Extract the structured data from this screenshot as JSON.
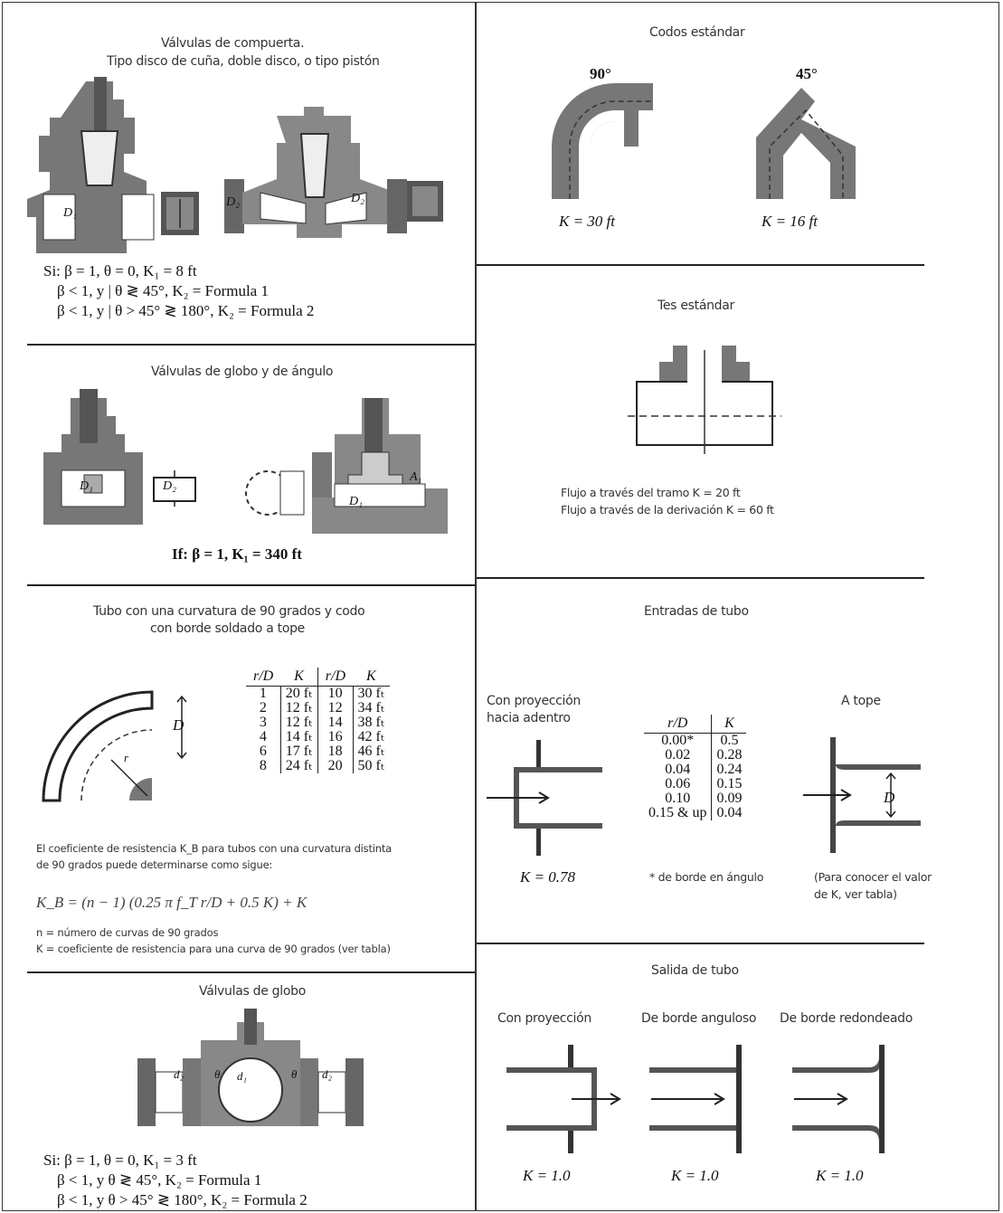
{
  "gate_valves": {
    "title_1": "Válvulas de compuerta.",
    "title_2": "Tipo disco de cuña, doble disco, o tipo pistón",
    "labels": {
      "d1": "D₁",
      "d2": "D₂"
    },
    "formula_1": "Si: β = 1, θ = 0, K₁ = 8 ft",
    "formula_2": "β < 1, y | θ ≷ 45°, K₂ = Formula 1",
    "formula_3": "β < 1, y | θ > 45° ≷ 180°, K₂ = Formula 2"
  },
  "globe_angle_valves": {
    "title": "Válvulas de globo y de ángulo",
    "labels": {
      "d1": "D₁",
      "d2": "D₂",
      "a1": "A₁"
    },
    "formula": "If: β = 1, K₁ = 340 ft"
  },
  "pipe_bend": {
    "title_1": "Tubo con una curvatura de 90 grados y codo",
    "title_2": "con borde soldado a tope",
    "labels": {
      "d": "D",
      "r": "r"
    },
    "table": {
      "headers": [
        "r/D",
        "K",
        "r/D",
        "K"
      ],
      "rows": [
        [
          "1",
          "20 fₜ",
          "10",
          "30 fₜ"
        ],
        [
          "2",
          "12 fₜ",
          "12",
          "34 fₜ"
        ],
        [
          "3",
          "12 fₜ",
          "14",
          "38 fₜ"
        ],
        [
          "4",
          "14 fₜ",
          "16",
          "42 fₜ"
        ],
        [
          "6",
          "17 fₜ",
          "18",
          "46 fₜ"
        ],
        [
          "8",
          "24 fₜ",
          "20",
          "50 fₜ"
        ]
      ]
    },
    "note_1": "El coeficiente de resistencia K_B para tubos con una curvatura distinta",
    "note_2": "de 90 grados puede determinarse como sigue:",
    "formula": "K_B = (n − 1) (0.25 π f_T r/D + 0.5 K) + K",
    "def_n": "n = número de curvas de 90 grados",
    "def_k": "K = coeficiente de resistencia para una curva de 90 grados (ver tabla)"
  },
  "ball_valves": {
    "title": "Válvulas de globo",
    "labels": {
      "d1": "d₁",
      "d2": "d₂",
      "theta": "θ"
    },
    "formula_1": "Si: β = 1, θ = 0, K₁ = 3 ft",
    "formula_2": "β < 1, y    θ ≷ 45°, K₂ = Formula 1",
    "formula_3": "β < 1, y    θ > 45° ≷ 180°, K₂ = Formula 2"
  },
  "std_elbows": {
    "title": "Codos estándar",
    "angle_90": "90°",
    "angle_45": "45°",
    "k_90": "K = 30 ft",
    "k_45": "K = 16 ft"
  },
  "std_tees": {
    "title": "Tes estándar",
    "line_1": "Flujo a través del tramo K = 20 ft",
    "line_2": "Flujo a través de la derivación K = 60 ft"
  },
  "pipe_entrances": {
    "title": "Entradas de tubo",
    "inward_1": "Con proyección",
    "inward_2": "hacia adentro",
    "inward_k": "K = 0.78",
    "flush": "A tope",
    "label_d": "D",
    "table": {
      "headers": [
        "r/D",
        "K"
      ],
      "rows": [
        [
          "0.00*",
          "0.5"
        ],
        [
          "0.02",
          "0.28"
        ],
        [
          "0.04",
          "0.24"
        ],
        [
          "0.06",
          "0.15"
        ],
        [
          "0.10",
          "0.09"
        ],
        [
          "0.15 & up",
          "0.04"
        ]
      ]
    },
    "footnote": "* de borde en ángulo",
    "note_1": "(Para conocer el valor",
    "note_2": "de K, ver tabla)"
  },
  "pipe_exit": {
    "title": "Salida de tubo",
    "label_1": "Con proyección",
    "label_2": "De borde anguloso",
    "label_3": "De borde redondeado",
    "k_1": "K = 1.0",
    "k_2": "K = 1.0",
    "k_3": "K = 1.0"
  }
}
